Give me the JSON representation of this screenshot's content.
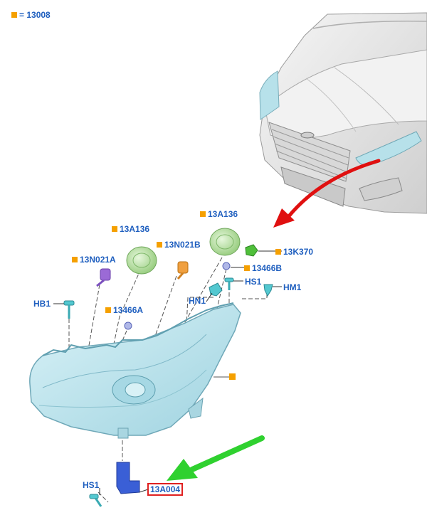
{
  "legend": {
    "marker_color": "#f5a000",
    "text": "= 13008"
  },
  "labels": {
    "l_13A136_left": "13A136",
    "l_13A136_right": "13A136",
    "l_13N021A": "13N021A",
    "l_13N021B": "13N021B",
    "l_13K370": "13K370",
    "l_13466B": "13466B",
    "l_13466A": "13466A",
    "l_HS1_top": "HS1",
    "l_HM1": "HM1",
    "l_HB1": "HB1",
    "l_HN1": "HN1",
    "l_HS1_bottom": "HS1",
    "l_13A004": "13A004"
  },
  "colors": {
    "label_text": "#1f5fbf",
    "marker": "#f5a000",
    "highlight_box": "#e02020",
    "red_arrow": "#e01010",
    "green_arrow": "#2fd12f",
    "headlamp": "#bfe6ee",
    "headlamp_edge": "#7fb8c8",
    "part_green": "#bde6a8",
    "part_purple": "#9b6ad6",
    "part_orange": "#f0a040",
    "part_teal": "#53c8d0",
    "bracket_blue": "#3a5fd6",
    "car_body": "#e8e8e8"
  }
}
